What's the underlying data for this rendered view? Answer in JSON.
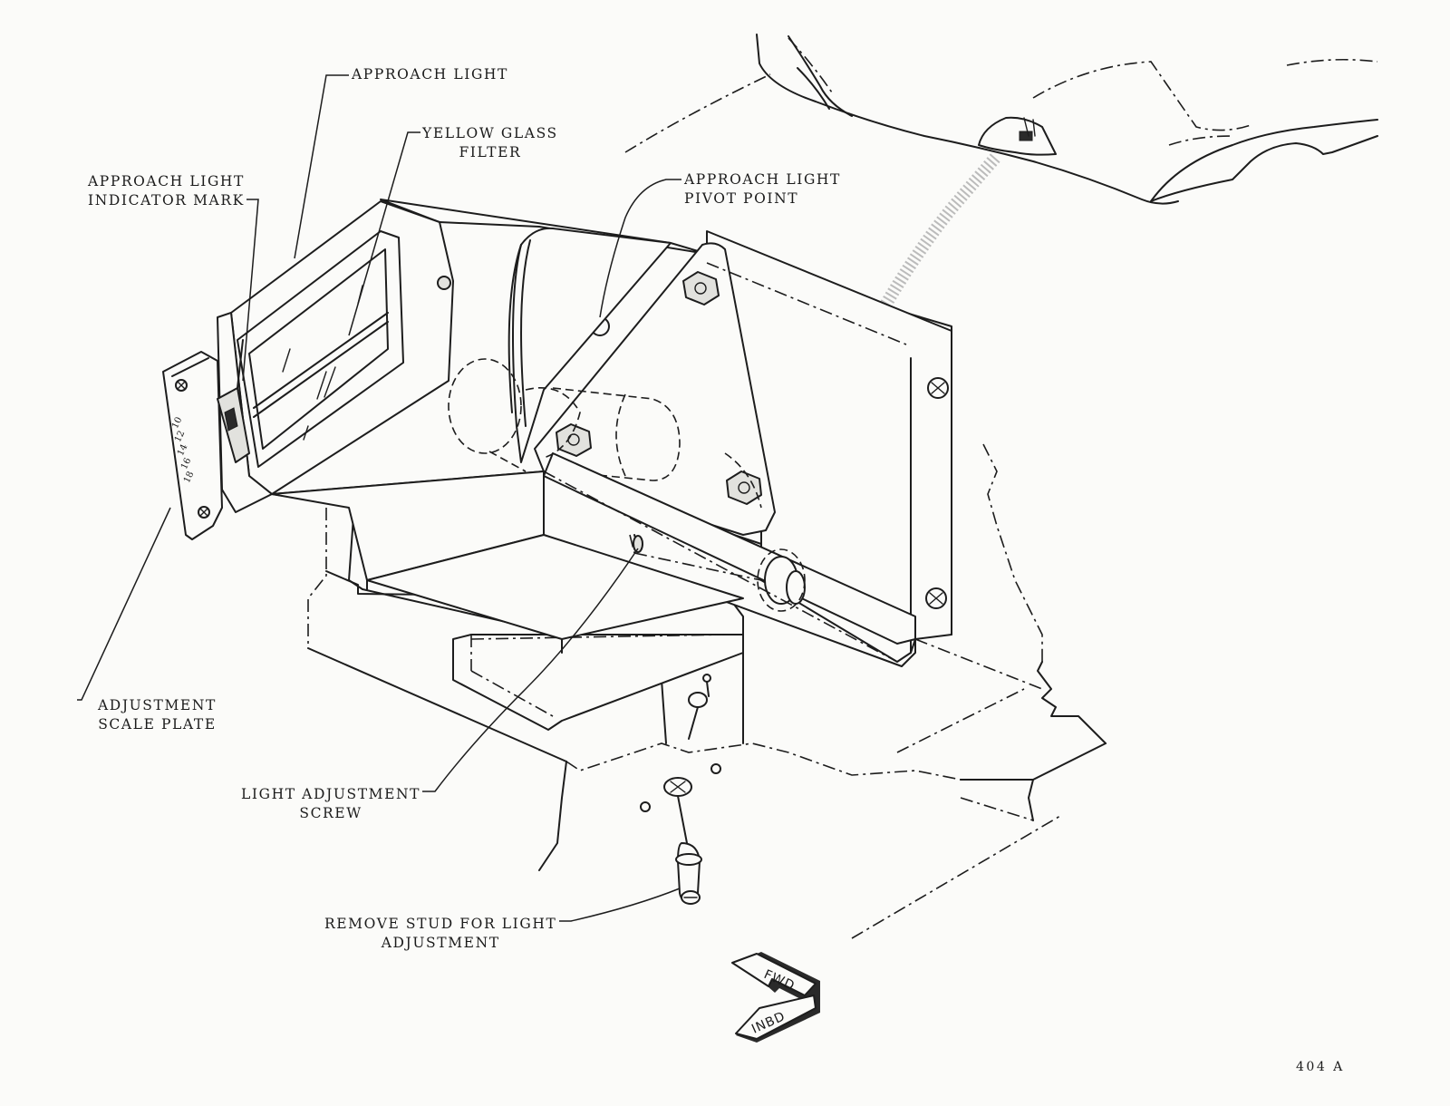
{
  "labels": {
    "approach_light": "APPROACH LIGHT",
    "yellow_glass_filter": [
      "YELLOW GLASS",
      "FILTER"
    ],
    "approach_light_indicator_mark": [
      "APPROACH LIGHT",
      "INDICATOR MARK"
    ],
    "approach_light_pivot_point": [
      "APPROACH LIGHT",
      "PIVOT POINT"
    ],
    "adjustment_scale_plate": [
      "ADJUSTMENT",
      "SCALE PLATE"
    ],
    "light_adjustment_screw": [
      "LIGHT ADJUSTMENT",
      "SCREW"
    ],
    "remove_stud": [
      "REMOVE STUD FOR LIGHT",
      "ADJUSTMENT"
    ]
  },
  "scale_marks": [
    "10",
    "12",
    "14",
    "16",
    "18"
  ],
  "direction_arrows": {
    "forward": "FWD",
    "inboard": "INBD"
  },
  "figure_number": "404 A"
}
